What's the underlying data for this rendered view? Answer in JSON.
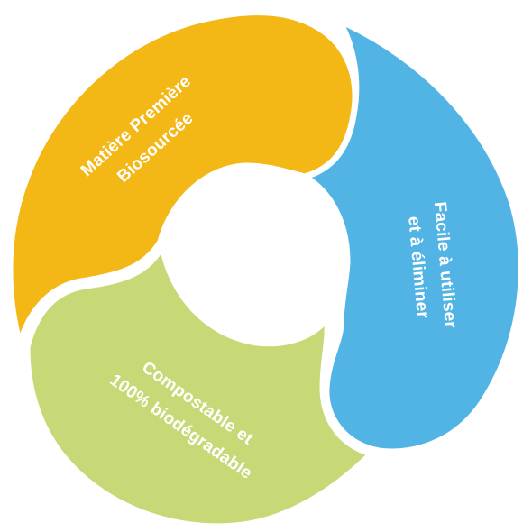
{
  "diagram": {
    "segments": [
      {
        "id": "bio",
        "lines": [
          "Matière Première",
          "Biosourcée"
        ],
        "color": "#F3B716"
      },
      {
        "id": "facile",
        "lines": [
          "Facile à utiliser",
          "et à éliminer"
        ],
        "color": "#52B4E4"
      },
      {
        "id": "compost",
        "lines": [
          "Compostable et",
          "100% biodégradable"
        ],
        "color": "#C7D977"
      }
    ]
  }
}
